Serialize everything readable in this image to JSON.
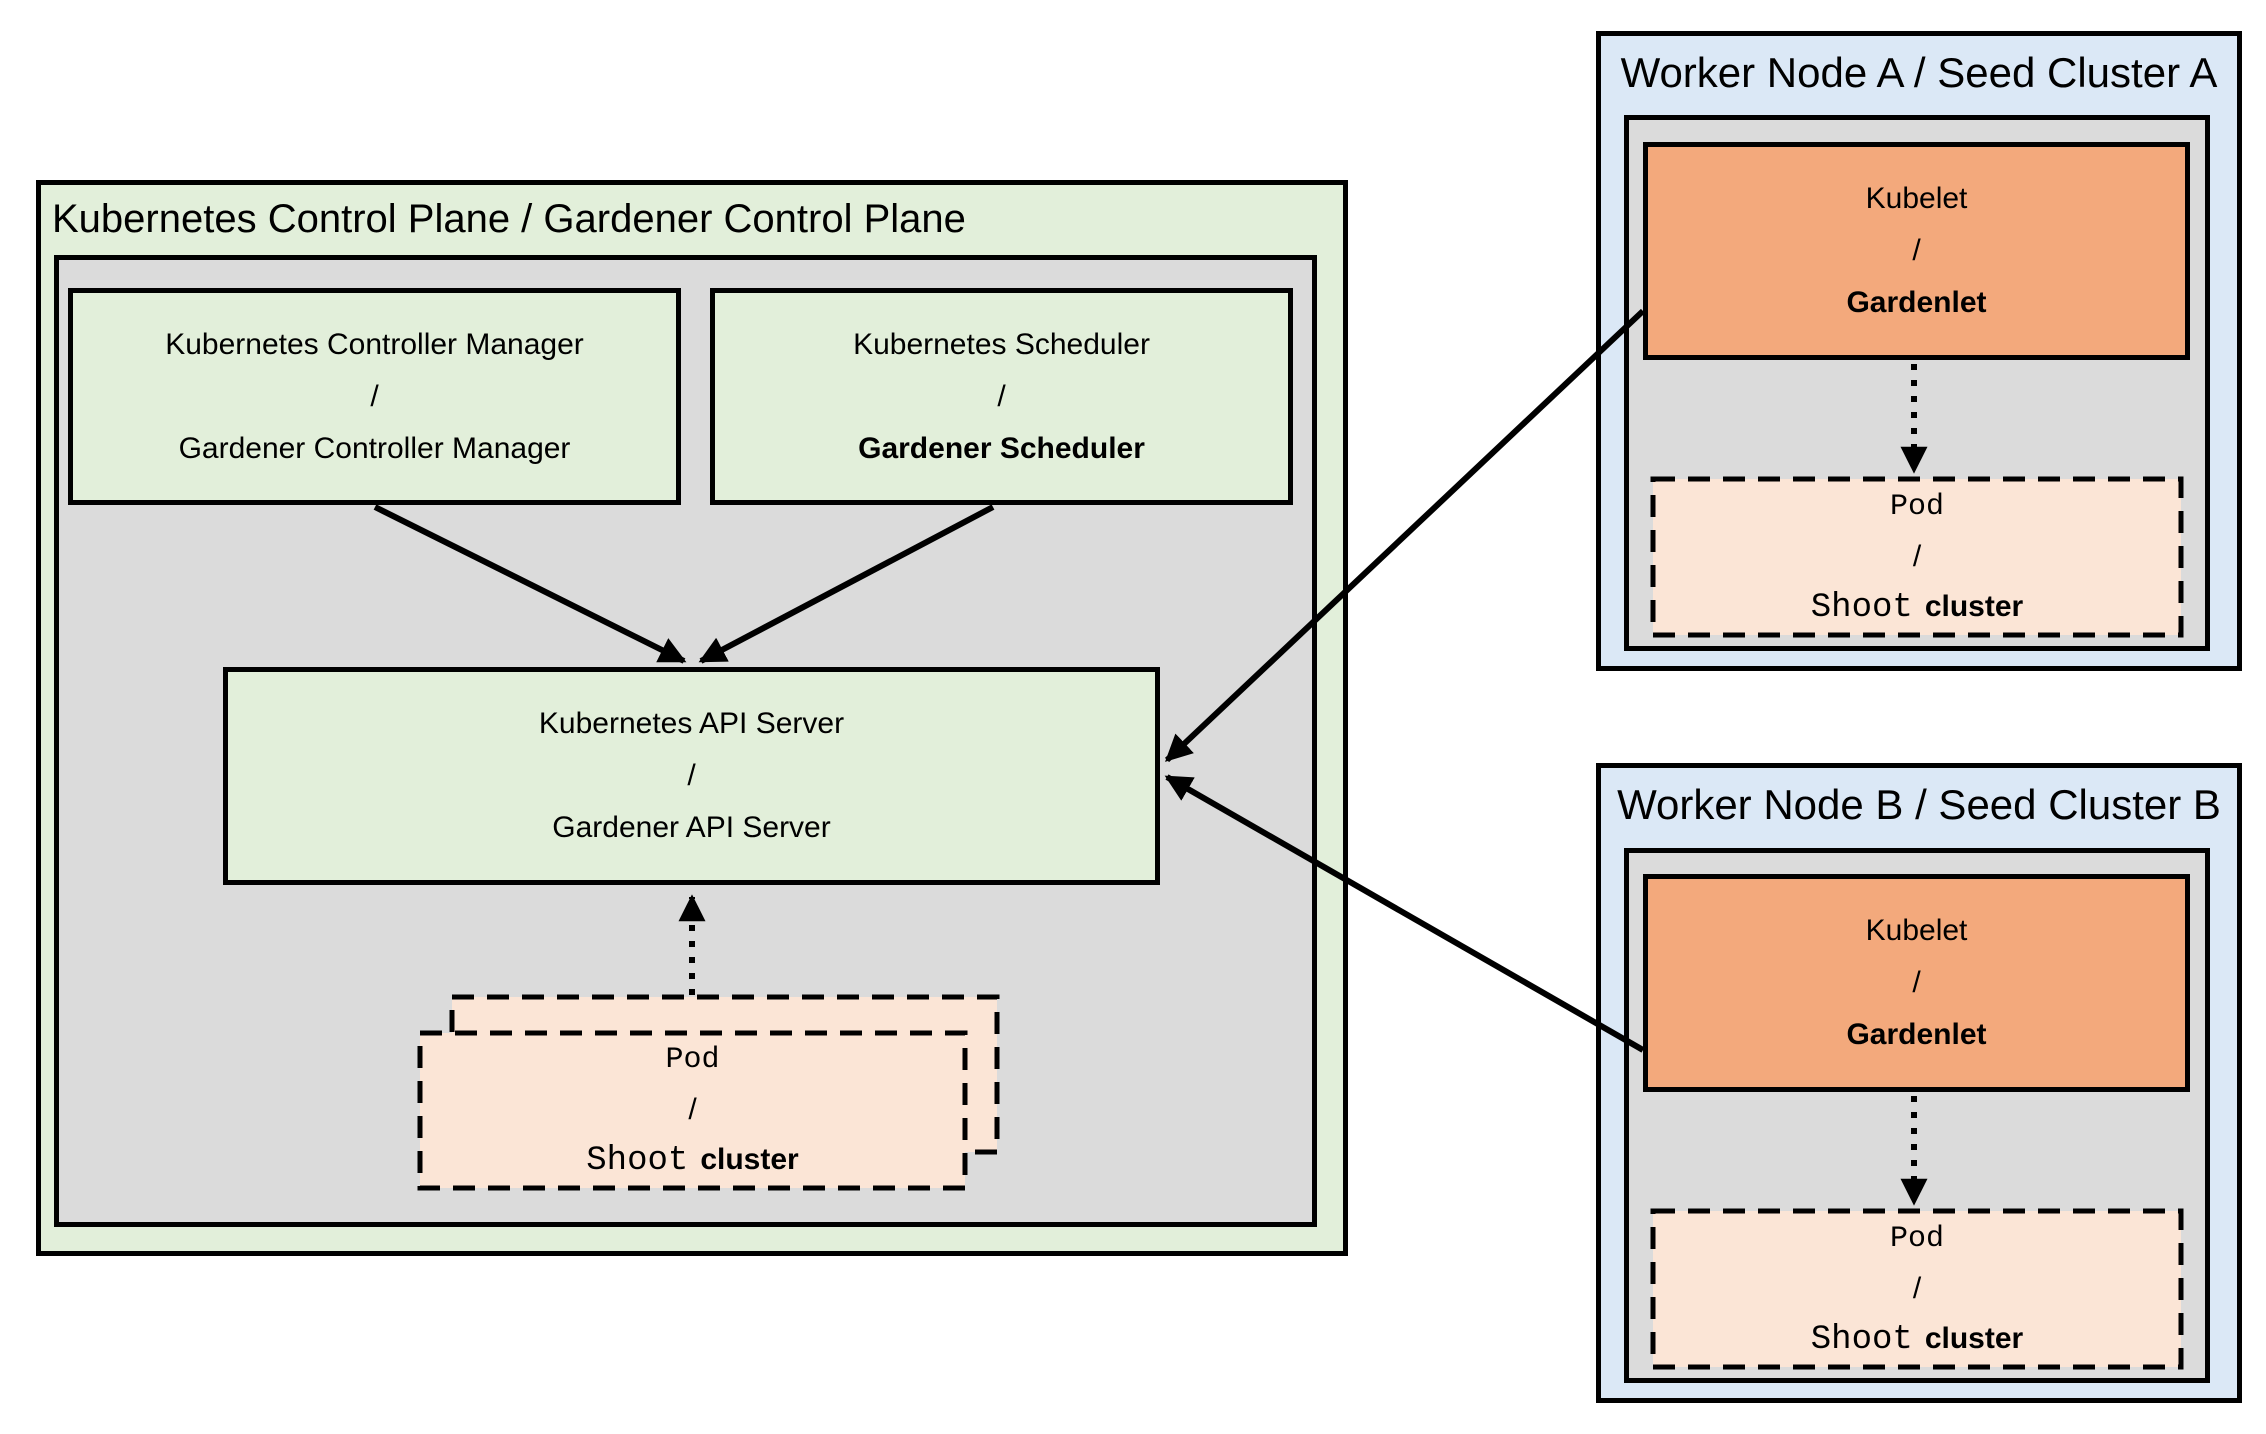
{
  "palette": {
    "green_fill": "#E2EFDA",
    "gray_fill": "#DBDBDB",
    "blue_fill": "#DBE8F6",
    "orange_fill": "#F3A97C",
    "peach_fill": "#FBE5D6",
    "line_color": "#000000"
  },
  "control_plane": {
    "title": "Kubernetes Control Plane / Gardener Control Plane",
    "controller_manager": {
      "line1": "Kubernetes Controller Manager",
      "slash": "/",
      "line2": "Gardener Controller Manager"
    },
    "scheduler": {
      "line1": "Kubernetes Scheduler",
      "slash": "/",
      "line2": "Gardener Scheduler"
    },
    "api_server": {
      "line1": "Kubernetes API Server",
      "slash": "/",
      "line2": "Gardener API Server"
    },
    "pod": {
      "line1": "Pod",
      "slash": "/",
      "line3_mono": "Shoot",
      "line3_sans": "cluster"
    }
  },
  "workers": [
    {
      "title": "Worker Node A / Seed Cluster A",
      "kubelet": {
        "line1": "Kubelet",
        "slash": "/",
        "line2": "Gardenlet"
      },
      "pod": {
        "line1": "Pod",
        "slash": "/",
        "line3_mono": "Shoot",
        "line3_sans": "cluster"
      }
    },
    {
      "title": "Worker Node B / Seed Cluster B",
      "kubelet": {
        "line1": "Kubelet",
        "slash": "/",
        "line2": "Gardenlet"
      },
      "pod": {
        "line1": "Pod",
        "slash": "/",
        "line3_mono": "Shoot",
        "line3_sans": "cluster"
      }
    }
  ]
}
